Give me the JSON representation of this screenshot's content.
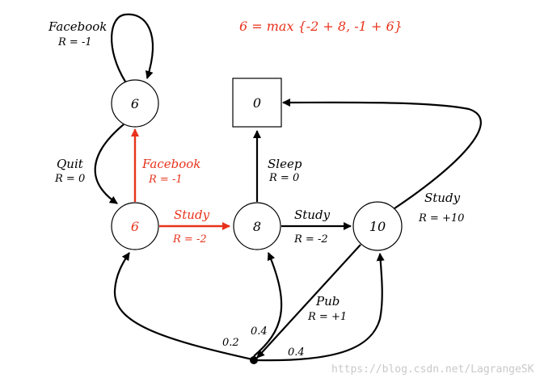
{
  "colors": {
    "black": "#000000",
    "red": "#e8321b",
    "watermark": "#c9c9c9"
  },
  "formula": "6 = max {-2 + 8,  -1 + 6}",
  "nodes": {
    "facebook_state": "6",
    "class1": "6",
    "class2": "8",
    "class3": "10",
    "sleep": "0"
  },
  "edges": {
    "facebook_loop": {
      "action": "Facebook",
      "reward": "R = -1"
    },
    "quit": {
      "action": "Quit",
      "reward": "R = 0"
    },
    "facebook_red": {
      "action": "Facebook",
      "reward": "R = -1"
    },
    "study_red": {
      "action": "Study",
      "reward": "R = -2"
    },
    "sleep": {
      "action": "Sleep",
      "reward": "R = 0"
    },
    "study_black": {
      "action": "Study",
      "reward": "R = -2"
    },
    "study_top": {
      "action": "Study",
      "reward": "R = +10"
    },
    "pub": {
      "action": "Pub",
      "reward": "R = +1"
    }
  },
  "probabilities": {
    "to_class1": "0.2",
    "to_class2": "0.4",
    "to_class3": "0.4"
  },
  "watermark": "https://blog.csdn.net/LagrangeSK"
}
